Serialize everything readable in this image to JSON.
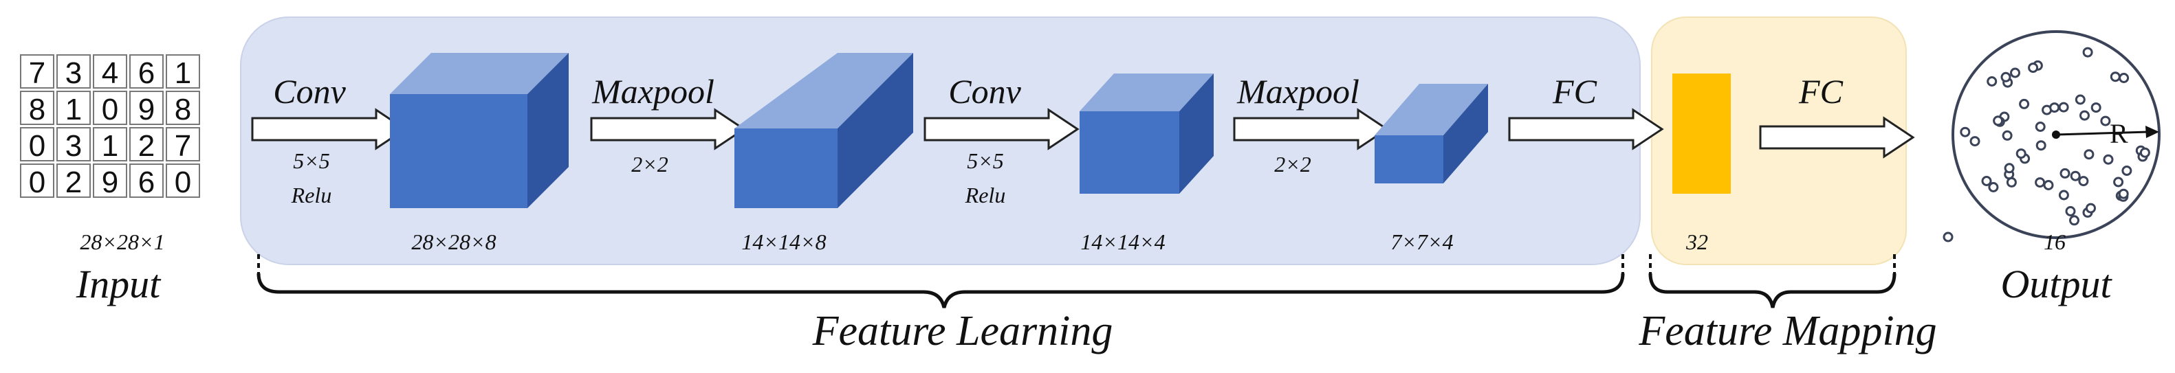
{
  "input": {
    "digits": [
      [
        "7",
        "3",
        "4",
        "6",
        "1"
      ],
      [
        "8",
        "1",
        "0",
        "9",
        "8"
      ],
      [
        "0",
        "3",
        "1",
        "2",
        "7"
      ],
      [
        "0",
        "2",
        "9",
        "6",
        "0"
      ]
    ],
    "dim": "28×28×1",
    "label": "Input"
  },
  "layers": [
    {
      "op": "Conv",
      "param1": "5×5",
      "param2": "Relu",
      "out_dim": "28×28×8"
    },
    {
      "op": "Maxpool",
      "param1": "2×2",
      "param2": "",
      "out_dim": "14×14×8"
    },
    {
      "op": "Conv",
      "param1": "5×5",
      "param2": "Relu",
      "out_dim": "14×14×4"
    },
    {
      "op": "Maxpool",
      "param1": "2×2",
      "param2": "",
      "out_dim": "7×7×4"
    },
    {
      "op": "FC",
      "param1": "",
      "param2": "",
      "out_dim": ""
    }
  ],
  "mapping": {
    "op": "FC",
    "dim": "32"
  },
  "output": {
    "radius_label": "R",
    "dim": "16",
    "label": "Output"
  },
  "groups": {
    "feature_learning": "Feature Learning",
    "feature_mapping": "Feature Mapping"
  },
  "colors": {
    "learning_bg": "#dbe2f3",
    "mapping_bg": "#fdf1d2",
    "cube_front": "#4472c4",
    "cube_top": "#8faadc",
    "cube_side": "#2f55a0",
    "vector": "#ffc000",
    "stroke": "#3b4358"
  }
}
